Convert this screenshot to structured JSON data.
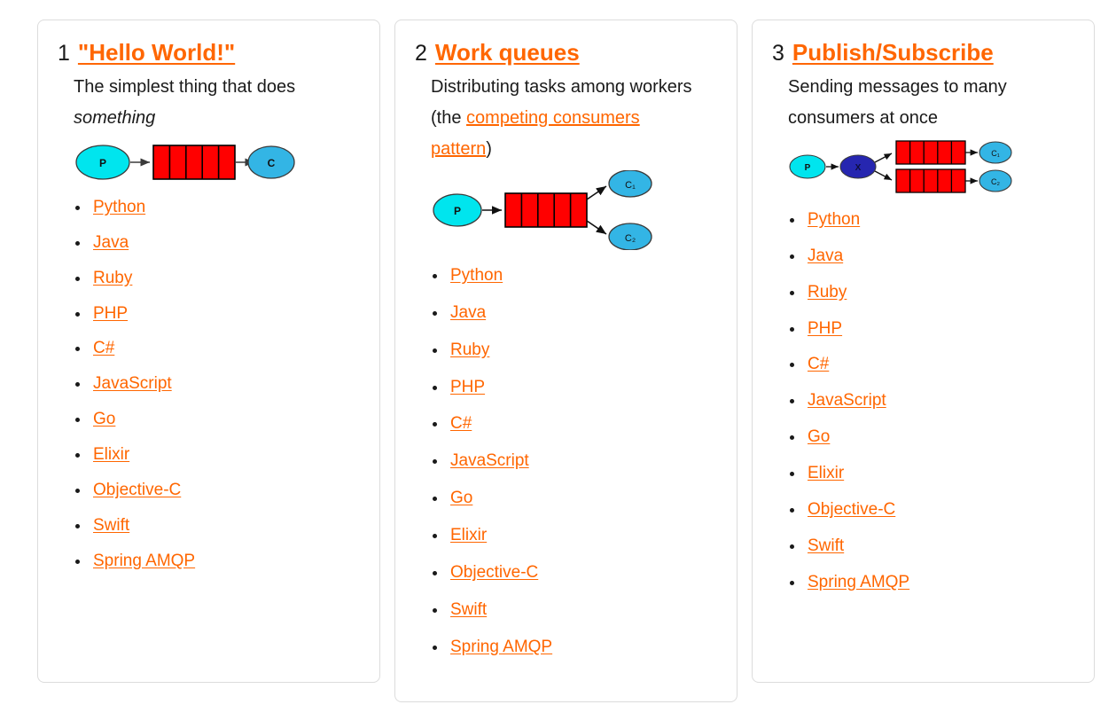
{
  "theme": {
    "link_color": "#ff6600",
    "text_color": "#1a1a1a",
    "card_border": "#dcdcdc",
    "queue_red": "#ff0000",
    "producer_cyan": "#00e5ee",
    "consumer_blue": "#33b5e5",
    "exchange_indigo": "#2626b0"
  },
  "cards": [
    {
      "number": "1",
      "title": "\"Hello World!\"",
      "desc_plain": "The simplest thing that does ",
      "desc_em": "something",
      "desc_tail": "",
      "diagram": {
        "name": "hello-world-diagram",
        "producer": "P",
        "queue_segments": 5,
        "consumers": [
          "C"
        ]
      },
      "languages": [
        "Python",
        "Java",
        "Ruby",
        "PHP",
        "C#",
        "JavaScript",
        "Go",
        "Elixir",
        "Objective-C",
        "Swift",
        "Spring AMQP"
      ]
    },
    {
      "number": "2",
      "title": "Work queues",
      "desc_plain": "Distributing tasks among workers (the ",
      "desc_link": "competing consumers pattern",
      "desc_tail": ")",
      "diagram": {
        "name": "work-queues-diagram",
        "producer": "P",
        "queue_segments": 5,
        "consumers": [
          "C₁",
          "C₂"
        ]
      },
      "languages": [
        "Python",
        "Java",
        "Ruby",
        "PHP",
        "C#",
        "JavaScript",
        "Go",
        "Elixir",
        "Objective-C",
        "Swift",
        "Spring AMQP"
      ]
    },
    {
      "number": "3",
      "title": "Publish/Subscribe",
      "desc_plain": "Sending messages to many consumers at once",
      "desc_tail": "",
      "diagram": {
        "name": "publish-subscribe-diagram",
        "producer": "P",
        "exchange": "X",
        "queue_segments": 5,
        "consumers": [
          "C₁",
          "C₂"
        ]
      },
      "languages": [
        "Python",
        "Java",
        "Ruby",
        "PHP",
        "C#",
        "JavaScript",
        "Go",
        "Elixir",
        "Objective-C",
        "Swift",
        "Spring AMQP"
      ]
    }
  ]
}
